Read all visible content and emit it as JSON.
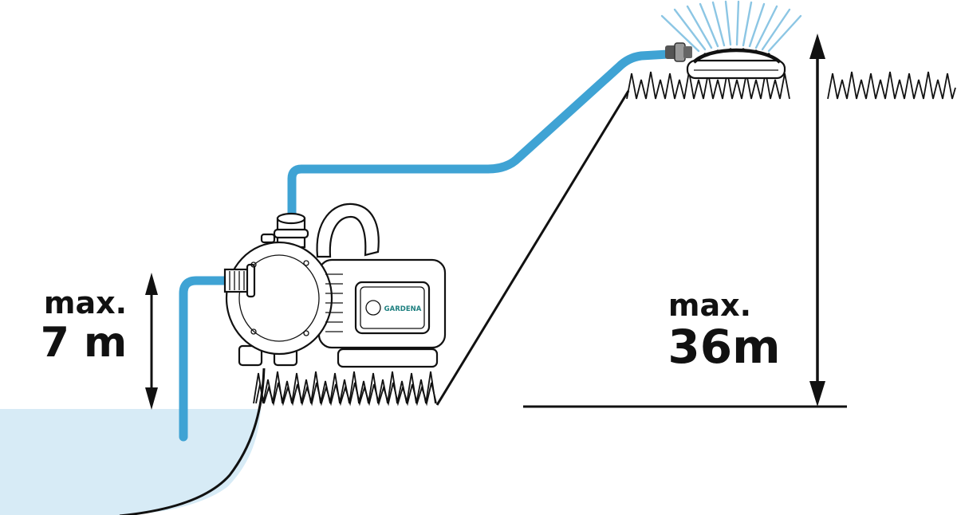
{
  "labels": {
    "suction_depth": {
      "prefix": "max.",
      "value": "7 m"
    },
    "delivery_height": {
      "prefix": "max.",
      "value": "36m"
    }
  },
  "pump": {
    "brand": "GARDENA"
  },
  "colors": {
    "line": "#111111",
    "hose": "#3FA3D4",
    "water": "#D7EBF6",
    "spray": "#8CC6E4"
  }
}
